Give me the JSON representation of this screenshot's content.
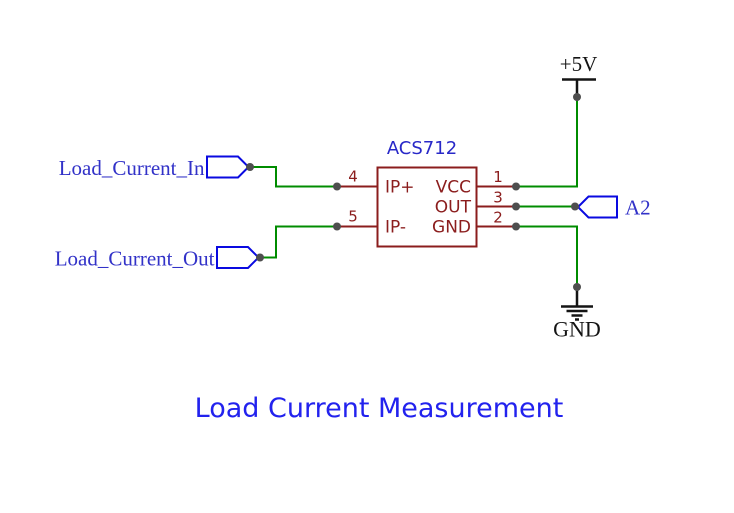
{
  "schematic": {
    "title": "Load Current Measurement",
    "component": {
      "name": "ACS712",
      "pins": {
        "p4": {
          "number": "4",
          "name": "IP+"
        },
        "p5": {
          "number": "5",
          "name": "IP-"
        },
        "p1": {
          "number": "1",
          "name": "VCC"
        },
        "p3": {
          "number": "3",
          "name": "OUT"
        },
        "p2": {
          "number": "2",
          "name": "GND"
        }
      }
    },
    "net_labels": {
      "load_in": "Load_Current_In",
      "load_out": "Load_Current_Out",
      "analog": "A2"
    },
    "power": {
      "rail": "+5V",
      "ground": "GND"
    },
    "colors": {
      "wire": "#008c00",
      "symbol": "#8b1d1d",
      "label_shape": "#0a0ae0",
      "label_text": "#3232c8",
      "component_name": "#2828c8",
      "power_text": "#141414",
      "junction": "#4e4e4e",
      "title": "#2222ee",
      "background": "#ffffff"
    }
  }
}
